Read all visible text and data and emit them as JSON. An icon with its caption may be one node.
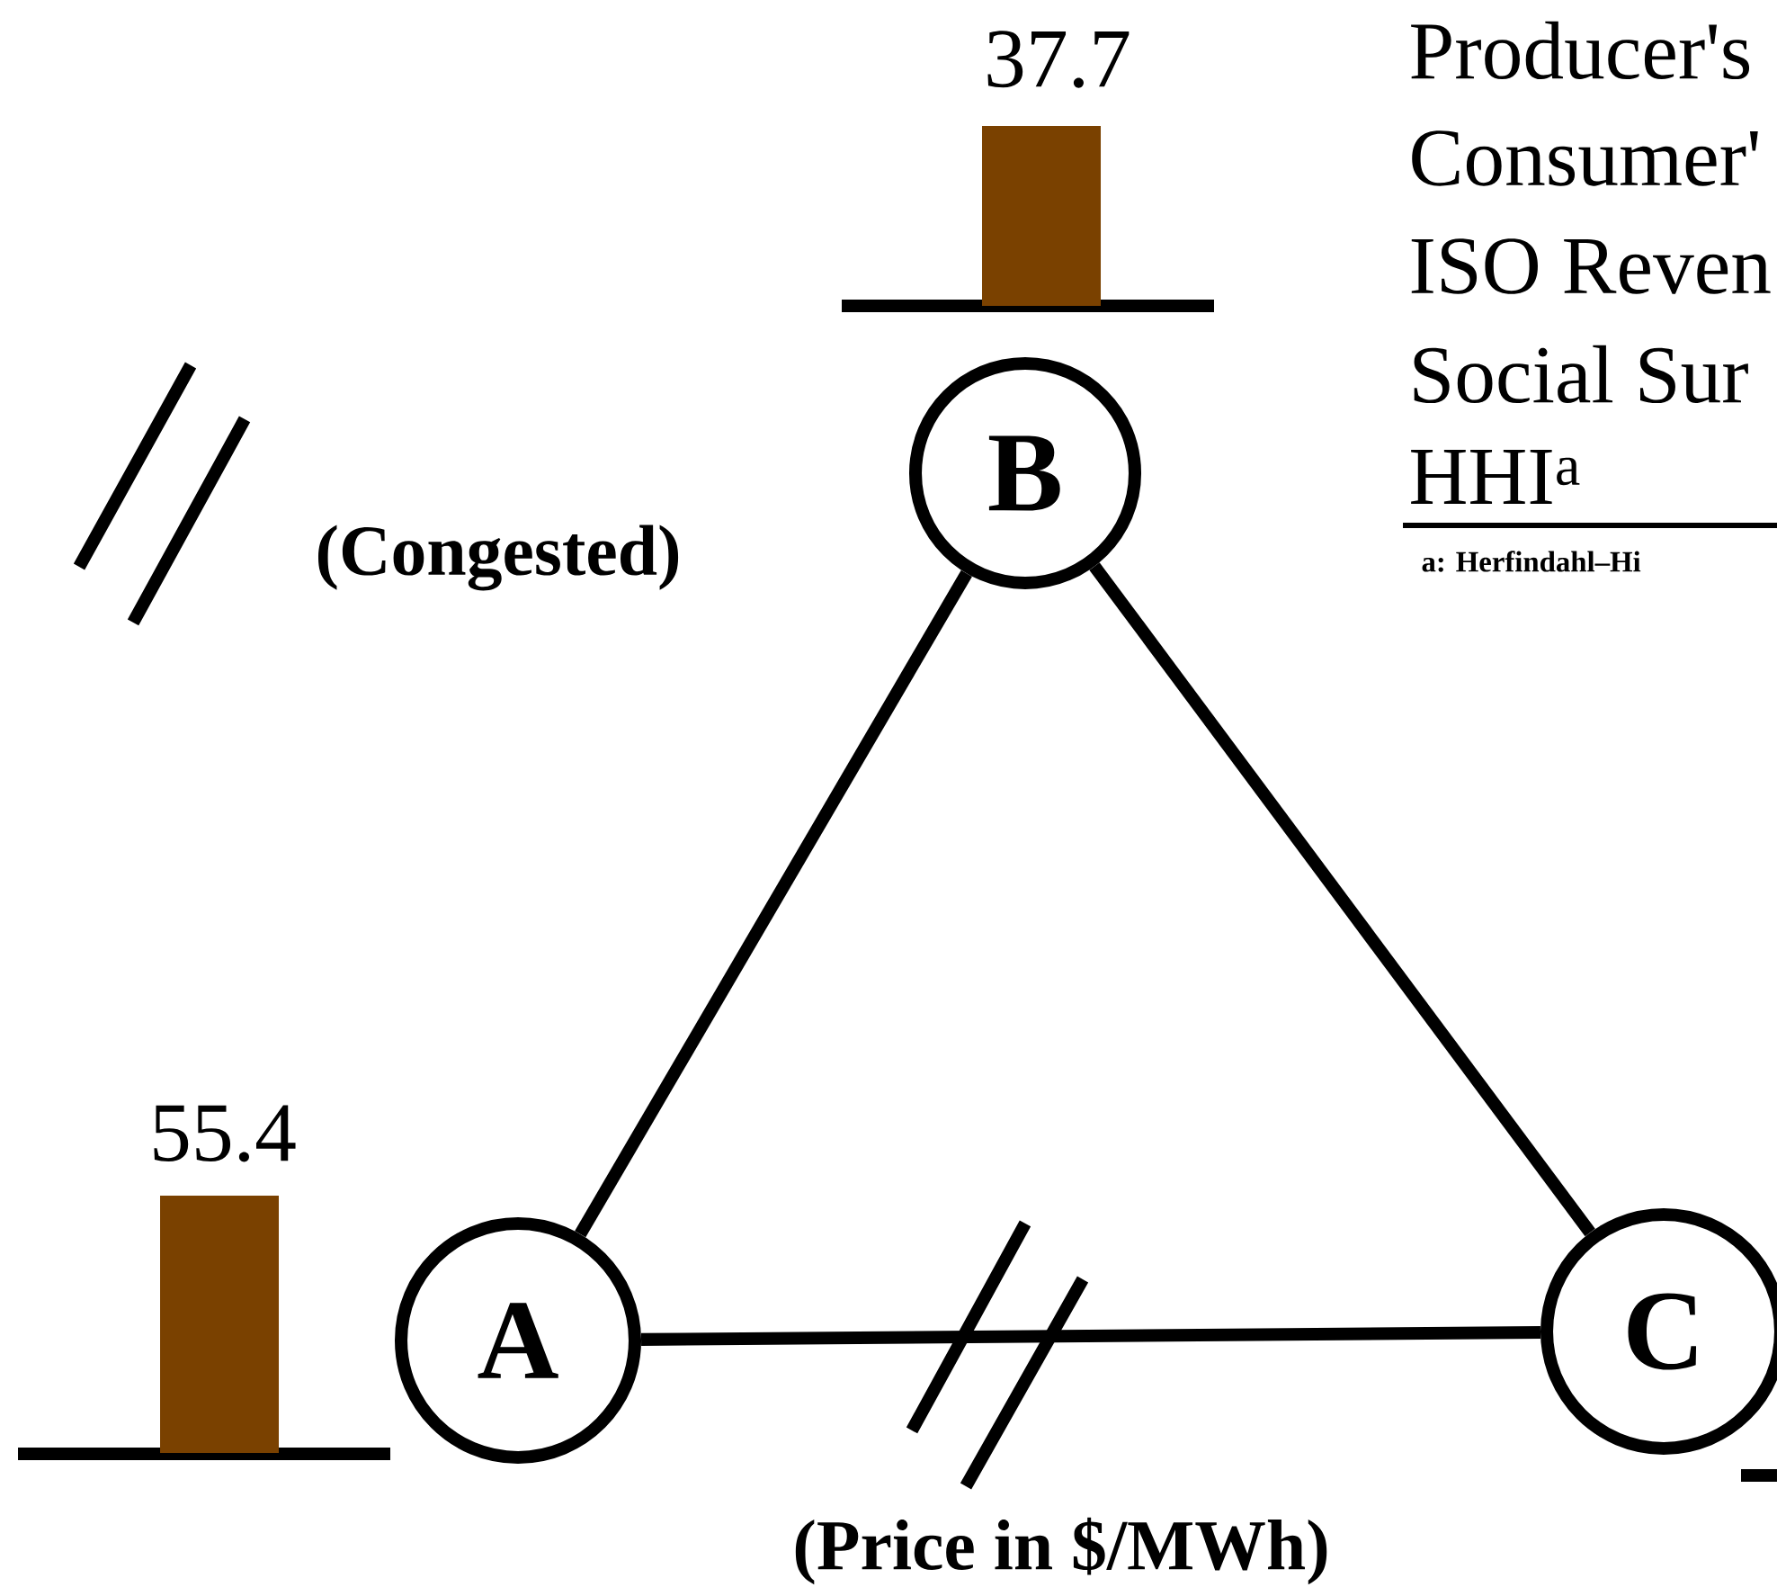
{
  "diagram": {
    "nodes": [
      {
        "text": [],
        "shape": "bar",
        "beside": [
          "37.7"
        ]
      },
      {
        "text": [
          "B"
        ]
      },
      {
        "text": [],
        "shape": "bar",
        "beside": [
          "55.4"
        ]
      },
      {
        "text": [
          "A"
        ]
      },
      {
        "text": [
          "C"
        ]
      }
    ],
    "edges": [
      {
        "from": 3,
        "to": 1,
        "arrow": "none"
      },
      {
        "from": 1,
        "to": 4,
        "arrow": "none"
      },
      {
        "from": 3,
        "to": 4,
        "arrow": "none"
      }
    ],
    "labels": [
      "Producer's",
      "Consumer'",
      "ISO Reven",
      "Social Sur",
      "HHI$^{a}$",
      "a: Herfindahl–Hi",
      "(Price in $/MWh)"
    ],
    "legend": [
      {
        "text": "(Congested)"
      }
    ]
  }
}
